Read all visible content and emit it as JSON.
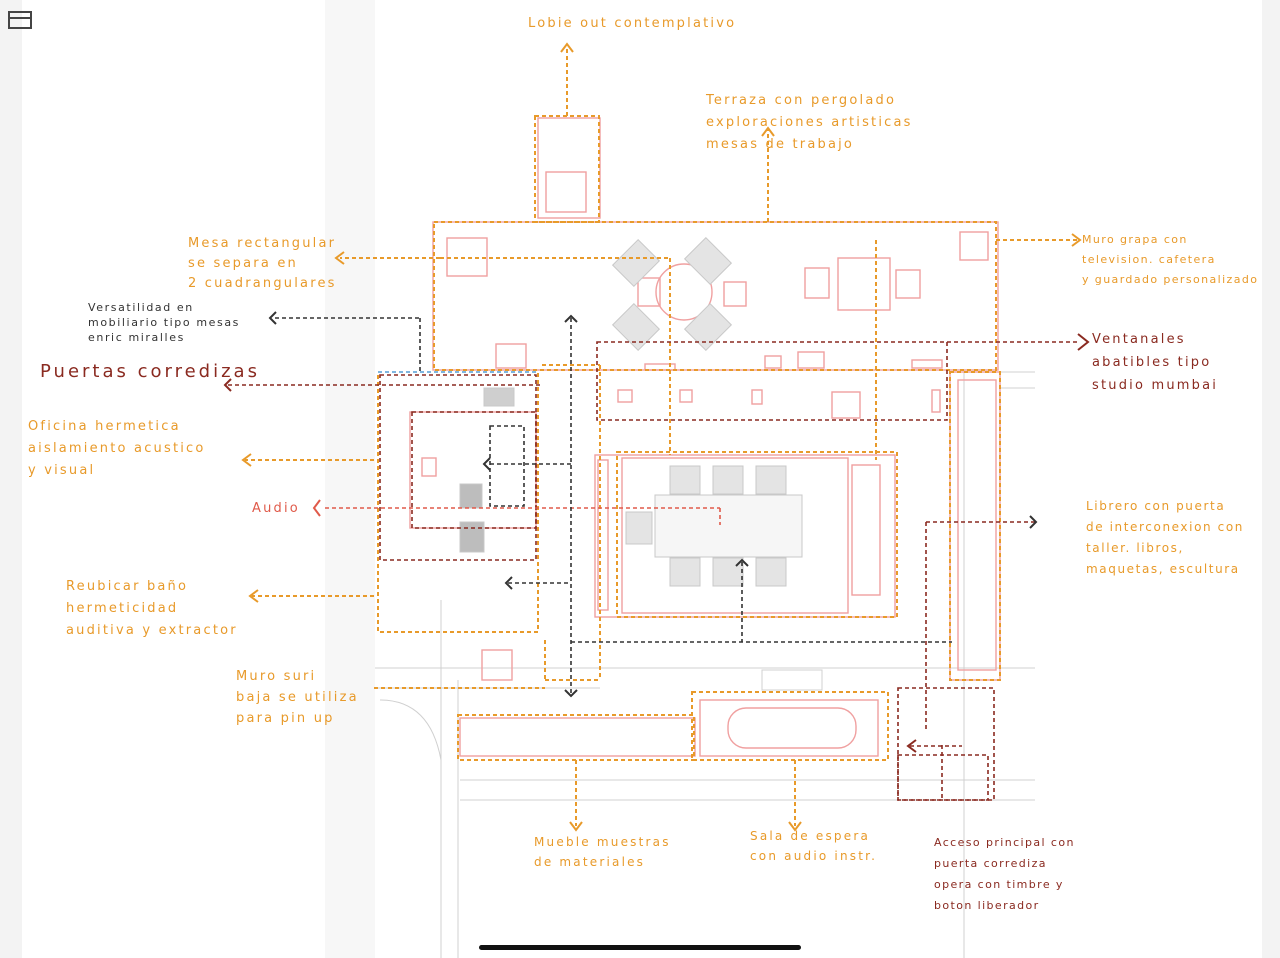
{
  "annotations": {
    "lobby": "Lobie out contemplativo",
    "terraza": "Terraza con pergolado\nexploraciones artisticas\nmesas de trabajo",
    "mesa": "Mesa rectangular\nse separa en\n2 cuadrangulares",
    "versatilidad": "Versatilidad en\nmobiliario tipo mesas\nenric miralles",
    "puertas": "Puertas corredizas",
    "oficina": "Oficina hermetica\naislamiento acustico\ny visual",
    "audio": "Audio",
    "reubicar": "Reubicar baño\nhermeticidad\nauditiva y extractor",
    "muro_suri": "Muro suri\nbaja se utiliza\npara pin up",
    "muro_grapa": "Muro grapa con\ntelevision. cafetera\ny guardado personalizado",
    "ventanales": "Ventanales\nabatibles tipo\nstudio mumbai",
    "librero": "Librero con puerta\nde interconexion con\ntaller. libros,\nmaquetas, escultura",
    "mueble": "Mueble muestras\nde materiales",
    "sala": "Sala de espera\ncon audio instr.",
    "acceso": "Acceso principal con\npuerta corrediza\nopera con timbre y\nboton liberador"
  },
  "icons": [
    "window-icon",
    "arrow-icon"
  ],
  "colors": {
    "orange": "#e89a2a",
    "light_red": "#f0a0a0",
    "red": "#e05a4a",
    "dark_red": "#8a2a20",
    "ink": "#333333"
  }
}
